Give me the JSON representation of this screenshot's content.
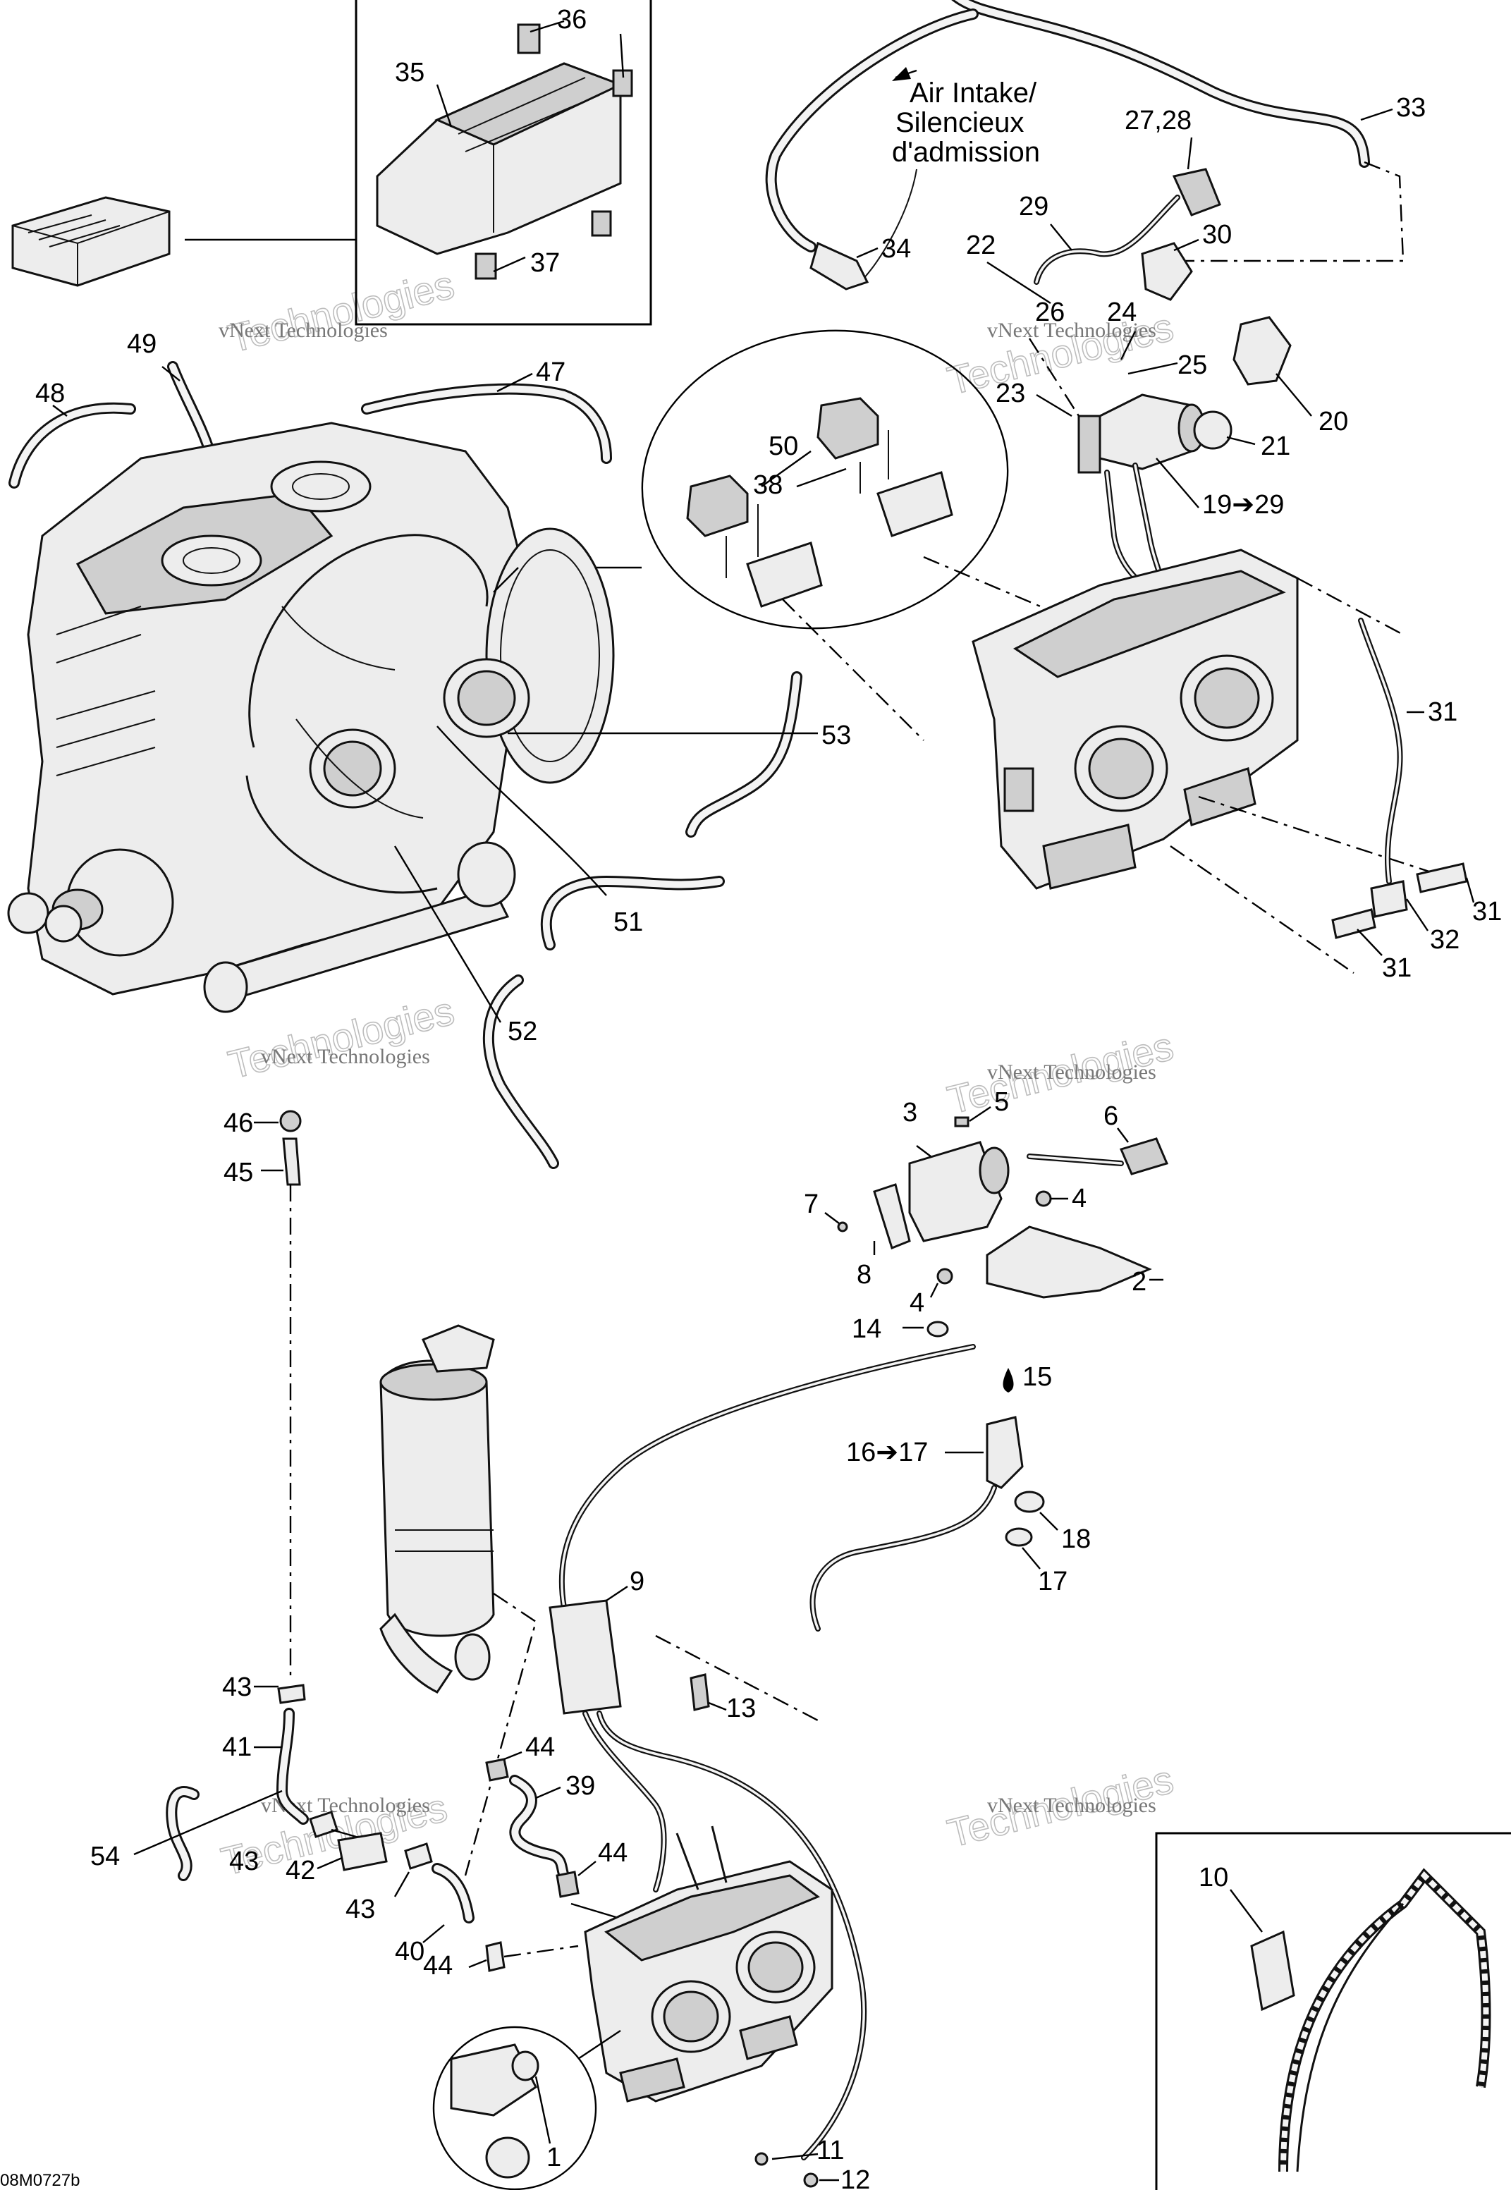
{
  "diagram_code": "08M0727b",
  "watermark": {
    "small": "vNext Technologies",
    "big": "Technologies"
  },
  "callouts": {
    "air_intake": [
      "Air Intake/",
      "Silencieux",
      "d'admission"
    ],
    "c1": "1",
    "c2": "2",
    "c3": "3",
    "c4a": "4",
    "c4b": "4",
    "c5": "5",
    "c6": "6",
    "c7": "7",
    "c8": "8",
    "c9": "9",
    "c10": "10",
    "c11": "11",
    "c12": "12",
    "c13": "13",
    "c14": "14",
    "c15": "15",
    "c16_17": "16➔17",
    "c17": "17",
    "c18": "18",
    "c19_29": "19➔29",
    "c20": "20",
    "c21": "21",
    "c22": "22",
    "c23": "23",
    "c24": "24",
    "c25": "25",
    "c26": "26",
    "c27_28": "27,28",
    "c29": "29",
    "c30": "30",
    "c31a": "31",
    "c31b": "31",
    "c31c": "31",
    "c32": "32",
    "c33": "33",
    "c34": "34",
    "c35": "35",
    "c36": "36",
    "c37": "37",
    "c38": "38",
    "c39": "39",
    "c40": "40",
    "c41": "41",
    "c42": "42",
    "c43a": "43",
    "c43b": "43",
    "c43c": "43",
    "c44a": "44",
    "c44b": "44",
    "c44c": "44",
    "c45": "45",
    "c46": "46",
    "c47": "47",
    "c48": "48",
    "c49": "49",
    "c50": "50",
    "c51": "51",
    "c52": "52",
    "c53": "53",
    "c54": "54"
  }
}
